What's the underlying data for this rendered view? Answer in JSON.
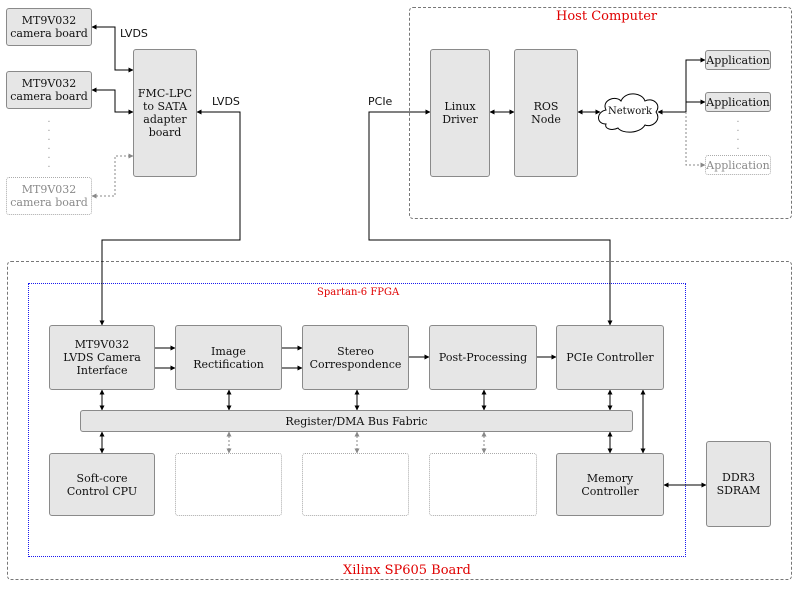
{
  "regions": {
    "host_title": "Host Computer",
    "fpga_title": "Spartan-6 FPGA",
    "board_title": "Xilinx SP605 Board"
  },
  "cameras": {
    "cam1": [
      "MT9V032",
      "camera board"
    ],
    "cam2": [
      "MT9V032",
      "camera board"
    ],
    "cam3": [
      "MT9V032",
      "camera board"
    ]
  },
  "adapter": [
    "FMC-LPC",
    "to SATA",
    "adapter",
    "board"
  ],
  "signals": {
    "lvds_1": "LVDS",
    "lvds_2": "LVDS",
    "pcie": "PCIe"
  },
  "host": {
    "linux_driver": [
      "Linux",
      "Driver"
    ],
    "ros_node": [
      "ROS",
      "Node"
    ],
    "network": "Network",
    "apps": [
      "Application",
      "Application",
      "Application"
    ]
  },
  "fpga": {
    "camera_if": [
      "MT9V032",
      "LVDS Camera",
      "Interface"
    ],
    "rectification": [
      "Image",
      "Rectification"
    ],
    "stereo": [
      "Stereo",
      "Correspondence"
    ],
    "postproc": [
      "Post-Processing"
    ],
    "pcie_ctrl": [
      "PCIe Controller"
    ],
    "bus": "Register/DMA Bus Fabric",
    "cpu": [
      "Soft-core",
      "Control CPU"
    ],
    "mem_ctrl": [
      "Memory Controller"
    ]
  },
  "ddr": [
    "DDR3",
    "SDRAM"
  ]
}
